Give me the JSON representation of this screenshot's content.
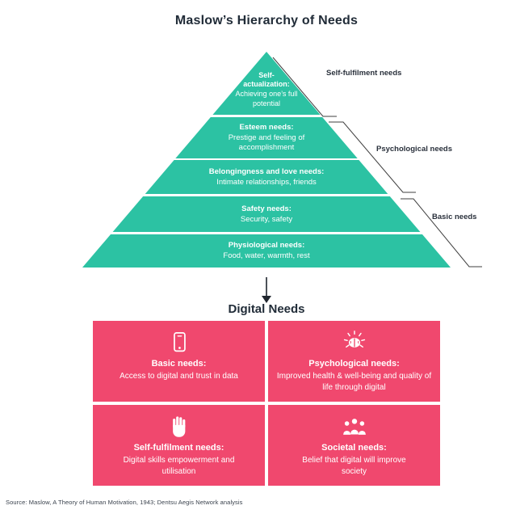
{
  "page": {
    "title": "Maslow’s Hierarchy of Needs",
    "source": "Source: Maslow, A Theory of Human Motivation, 1943; Dentsu Aegis Network analysis"
  },
  "colors": {
    "pyramid_teal": "#2cc2a3",
    "box_pink": "#f0486e",
    "heading_navy": "#212c38",
    "bracket_line": "#3f3f3f",
    "text_on_fill": "#ffffff"
  },
  "pyramid": {
    "levels": [
      {
        "heading": "Self-actualization:",
        "description": "Achieving one’s full potential"
      },
      {
        "heading": "Esteem needs:",
        "description": "Prestige and feeling of accomplishment"
      },
      {
        "heading": "Belongingness and love needs:",
        "description": "Intimate relationships, friends"
      },
      {
        "heading": "Safety needs:",
        "description": "Security, safety"
      },
      {
        "heading": "Physiological needs:",
        "description": "Food, water, warmth, rest"
      }
    ],
    "brackets": [
      {
        "label": "Self-fulfilment needs"
      },
      {
        "label": "Psychological needs"
      },
      {
        "label": "Basic needs"
      }
    ]
  },
  "digital": {
    "title": "Digital Needs",
    "boxes": [
      {
        "icon": "smartphone-icon",
        "heading": "Basic needs:",
        "description": "Access to digital and trust in data"
      },
      {
        "icon": "brain-icon",
        "heading": "Psychological needs:",
        "description": "Improved health & well-being and quality of life through digital"
      },
      {
        "icon": "hand-icon",
        "heading": "Self-fulfilment needs:",
        "description": "Digital skills empowerment and utilisation"
      },
      {
        "icon": "people-icon",
        "heading": "Societal needs:",
        "description": "Belief that digital will improve society"
      }
    ]
  }
}
